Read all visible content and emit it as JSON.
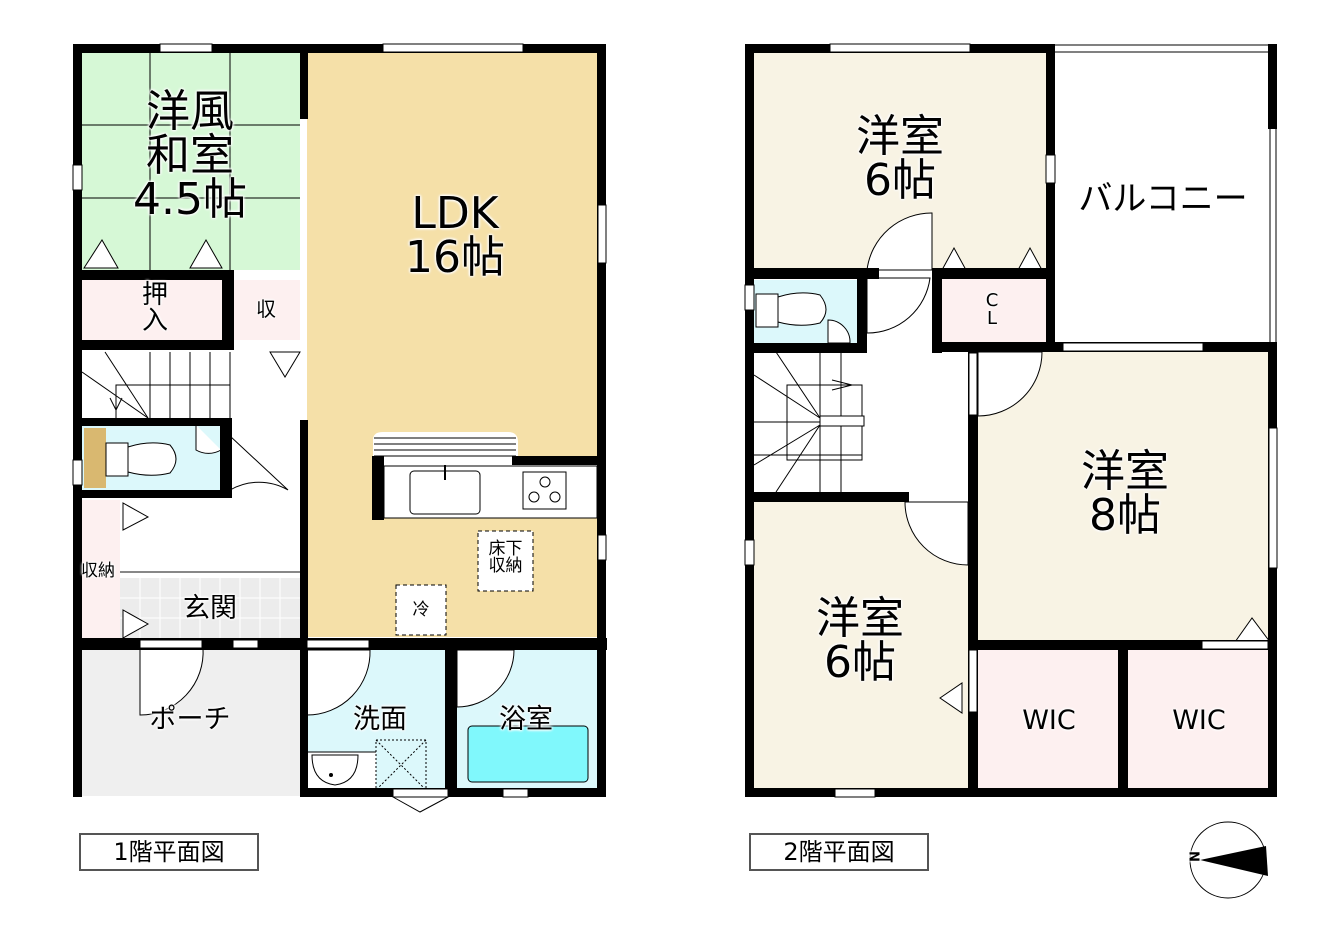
{
  "floor1": {
    "caption": "1階平面図",
    "rooms": {
      "washitsu": {
        "label": "洋風\n和室\n4.5帖",
        "color": "#d6f8d6"
      },
      "oshiire": {
        "label": "押\n入",
        "color": "#fdf0f0"
      },
      "shu": {
        "label": "収",
        "color": "#fdf0f0"
      },
      "ldk": {
        "label": "LDK\n16帖",
        "color": "#f5e0a8"
      },
      "toilet": {
        "label": "",
        "color": "#dcf8fb"
      },
      "shuno": {
        "label": "収納",
        "color": "#fdf0f0"
      },
      "genkan": {
        "label": "玄関",
        "color": "#ececec"
      },
      "porch": {
        "label": "ポーチ",
        "color": "#efefef"
      },
      "senmen": {
        "label": "洗面",
        "color": "#dcf8fb"
      },
      "yokushitsu": {
        "label": "浴室",
        "color": "#dcf8fb"
      },
      "yukashita": {
        "label": "床下\n収納"
      },
      "rei": {
        "label": "冷"
      }
    }
  },
  "floor2": {
    "caption": "2階平面図",
    "rooms": {
      "yoshitsu_a": {
        "label": "洋室\n6帖",
        "color": "#f8f3e4"
      },
      "balcony": {
        "label": "バルコニー",
        "color": "#ffffff"
      },
      "cl": {
        "label": "C\nL",
        "color": "#fdf0f0"
      },
      "toilet": {
        "label": "",
        "color": "#dcf8fb"
      },
      "yoshitsu_b": {
        "label": "洋室\n8帖",
        "color": "#f8f3e4"
      },
      "yoshitsu_c": {
        "label": "洋室\n6帖",
        "color": "#f8f3e4"
      },
      "wic1": {
        "label": "WIC",
        "color": "#fdf0f0"
      },
      "wic2": {
        "label": "WIC",
        "color": "#fdf0f0"
      }
    }
  },
  "compass": {
    "letter": "N",
    "label": "north-arrow"
  },
  "colors": {
    "wall": "#000000",
    "bath_tub": "#80f8fc"
  }
}
